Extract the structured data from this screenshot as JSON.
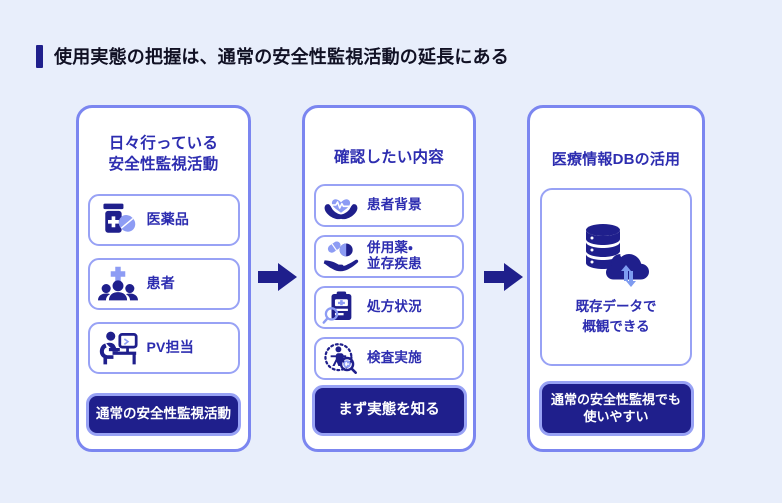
{
  "title": "使用実態の把握は、通常の安全性監視活動の延長にある",
  "accent_colors": {
    "background": "#e8eefb",
    "card_border": "#7b86f0",
    "item_border": "#98a2f5",
    "navy": "#1f1f8c",
    "heading_blue": "#2d2db0",
    "icon_light": "#8d9cf4",
    "arrow": "#1f1f8c"
  },
  "cards": [
    {
      "heading": "日々行っている\n安全性監視活動",
      "items": [
        {
          "icon": "medicine-bottle-pill-icon",
          "label": "医薬品"
        },
        {
          "icon": "patients-group-plus-icon",
          "label": "患者"
        },
        {
          "icon": "pv-staff-desk-computer-icon",
          "label": "PV担当"
        }
      ],
      "badge": "通常の安全性監視活動"
    },
    {
      "heading": "確認したい内容",
      "items": [
        {
          "icon": "hands-heart-pulse-icon",
          "label": "患者背景"
        },
        {
          "icon": "hand-pills-icon",
          "label": "併用薬・\n並存疾患"
        },
        {
          "icon": "clipboard-magnifier-icon",
          "label": "処方状況"
        },
        {
          "icon": "person-scan-magnifier-icon",
          "label": "検査実施"
        }
      ],
      "badge": "まず実態を知る"
    },
    {
      "heading": "医療情報DBの活用",
      "panel": {
        "icon": "database-cloud-sync-icon",
        "caption": "既存データで\n概観できる"
      },
      "badge": "通常の安全性監視でも\n使いやすい"
    }
  ],
  "arrows": [
    {
      "name": "arrow-card1-to-card2"
    },
    {
      "name": "arrow-card2-to-card3"
    }
  ]
}
